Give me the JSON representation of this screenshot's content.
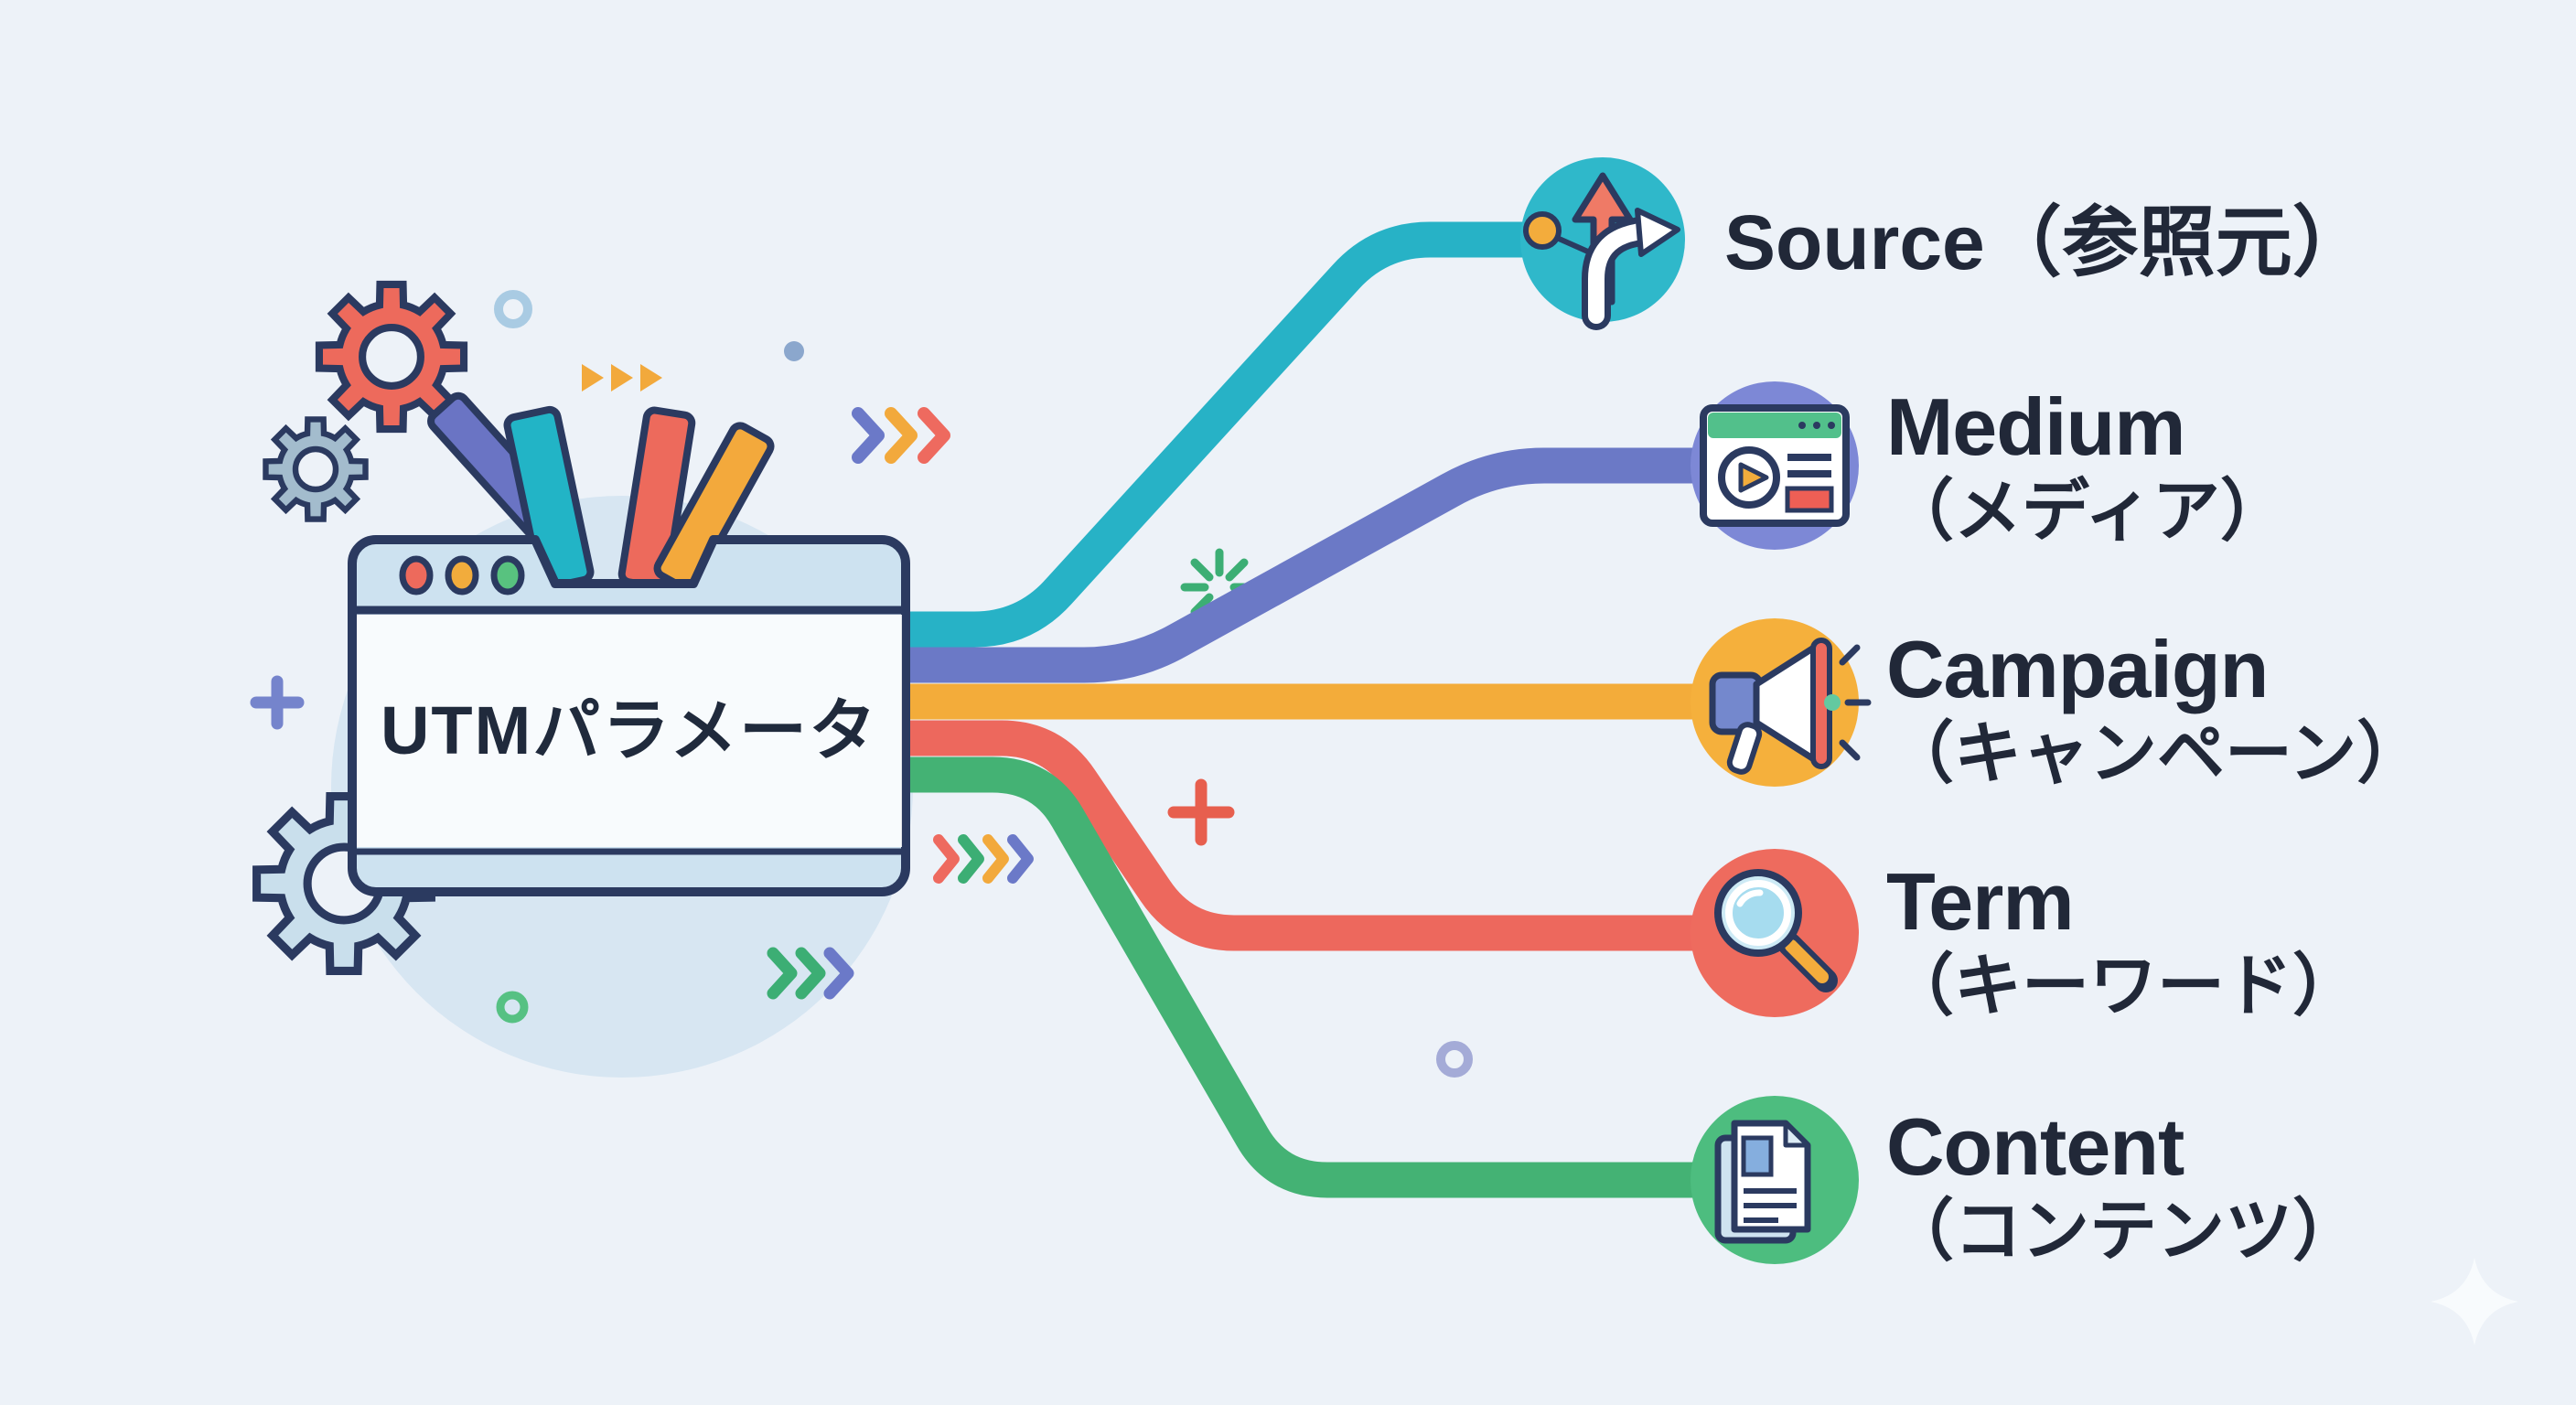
{
  "canvas": {
    "bg": "#edf2f8",
    "bg_circle": "#d7e6f2",
    "outline_navy": "#2b3a60"
  },
  "window": {
    "title": "UTMパラメータ",
    "frame_color": "#cde2f0",
    "content_color": "#ffffff",
    "border_color": "#2b3a60",
    "dot_colors": [
      "#ed6a5c",
      "#f2ac3c",
      "#58c27f"
    ]
  },
  "ribbons": {
    "colors": [
      "#6a74c4",
      "#22b4c6",
      "#ed6a5c",
      "#f3a93c"
    ]
  },
  "branches": [
    {
      "id": "source",
      "label": "Source（参照元）",
      "sublabel": "",
      "line_color": "#27b2c6",
      "circle_color": "#2fb8ca",
      "icon": "route-arrows-icon"
    },
    {
      "id": "medium",
      "label": "Medium",
      "sublabel": "（メディア）",
      "line_color": "#6b79c6",
      "circle_color": "#7d88d6",
      "icon": "media-browser-icon"
    },
    {
      "id": "campaign",
      "label": "Campaign",
      "sublabel": "（キャンペーン）",
      "line_color": "#f3ac3a",
      "circle_color": "#f5b03c",
      "icon": "megaphone-icon"
    },
    {
      "id": "term",
      "label": "Term",
      "sublabel": "（キーワード）",
      "line_color": "#ed685d",
      "circle_color": "#ee6b5e",
      "icon": "magnifier-icon"
    },
    {
      "id": "content",
      "label": "Content",
      "sublabel": "（コンテンツ）",
      "line_color": "#44b274",
      "circle_color": "#4dbd7f",
      "icon": "document-icon"
    }
  ],
  "icon_parts": {
    "source_arrow": "#ef7a66",
    "source_dot": "#f3ac3c",
    "medium_header": "#52c08b",
    "medium_play": "#f2ac3c",
    "medium_rect": "#ee5f55",
    "campaign_box": "#7488cd",
    "campaign_bar": "#ed6a5e",
    "campaign_dot": "#63c9a0",
    "term_lens": "#cdeaf5",
    "term_lens_inner": "#a6dcef",
    "term_handle": "#f3ac3c",
    "content_backpage": "#cfe3f0",
    "content_image": "#85aede"
  },
  "decorations": {
    "gear_red": "#ed6a5c",
    "gear_small": "#a3bccd",
    "gear_large": "#c9dfec",
    "plus_blue": "#7584cc",
    "plus_red": "#e75f4e",
    "ring_blue": "#a9cbe3",
    "ring_green": "#56c183",
    "ring_purple": "#a4abd7",
    "dot_gray": "#8ba7cd",
    "burst_green": "#3cae74",
    "triangle_yellow": "#f2a93c",
    "chevrons_top": [
      "#6b79c8",
      "#f2a93c",
      "#ee6a5f"
    ],
    "chevrons_mid": [
      "#ee6a5f",
      "#3cae74",
      "#f2a93c",
      "#6b79c8"
    ],
    "chevrons_bottom": [
      "#3cae74",
      "#3cae74",
      "#6b79c8"
    ],
    "sparkle": "#f8fbfd"
  }
}
